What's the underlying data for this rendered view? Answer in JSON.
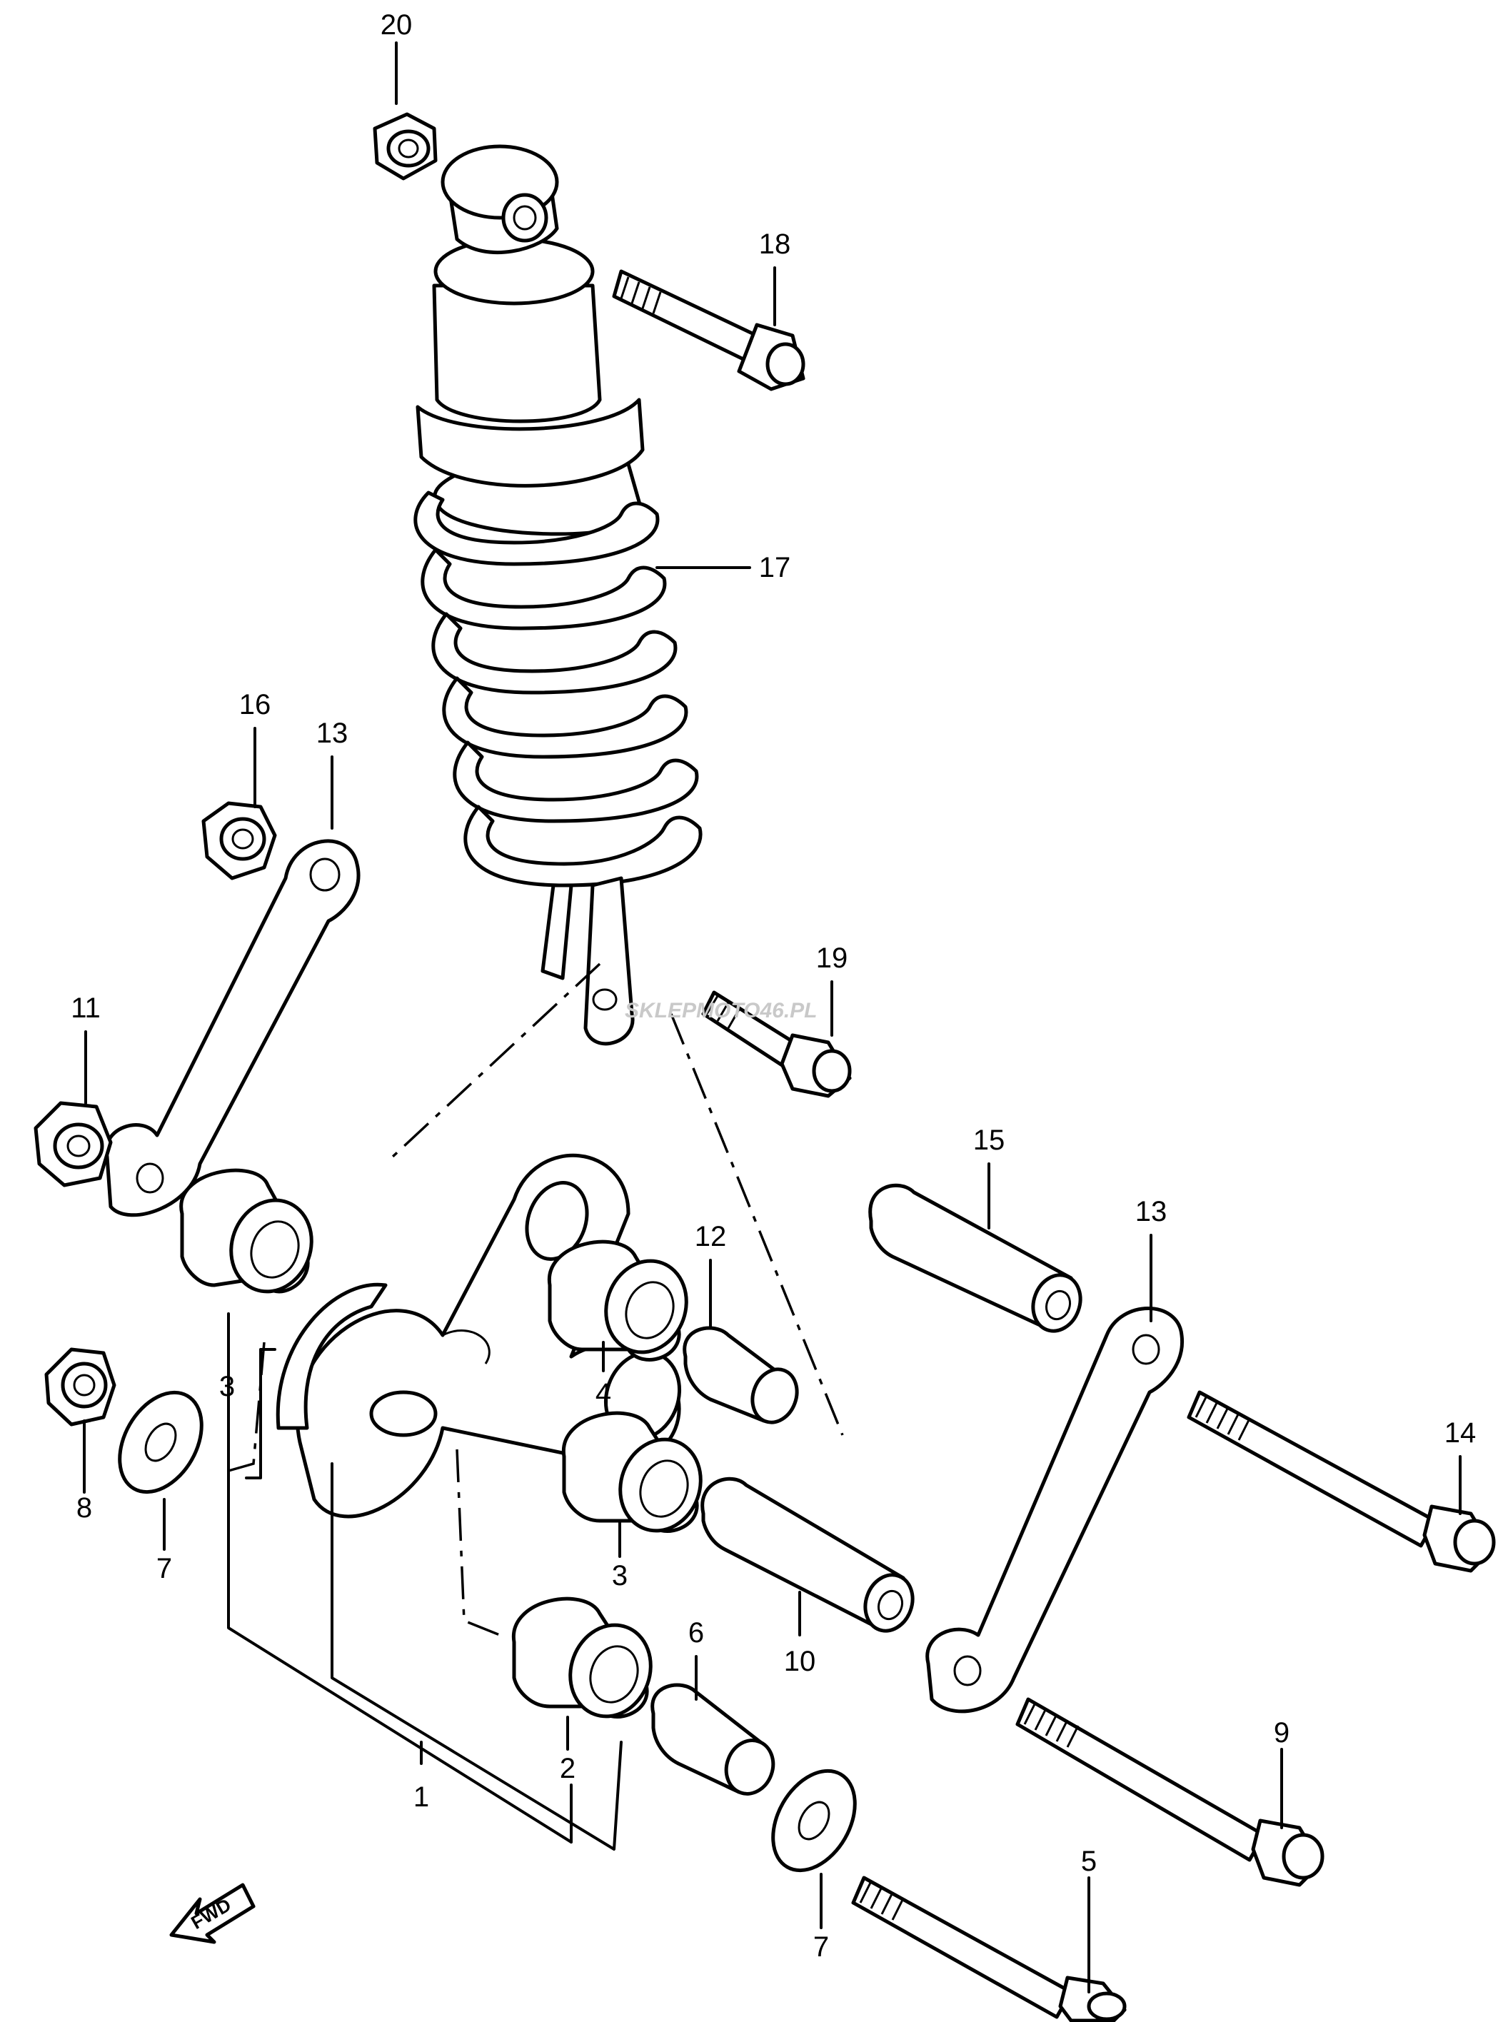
{
  "watermark": "SKLEPMOTO46.PL",
  "fwd_label": "FWD",
  "labels": {
    "p1": "1",
    "p2": "2",
    "p3a": "3",
    "p3b": "3",
    "p4": "4",
    "p5": "5",
    "p6": "6",
    "p7a": "7",
    "p7b": "7",
    "p8": "8",
    "p9": "9",
    "p10": "10",
    "p11": "11",
    "p12": "12",
    "p13a": "13",
    "p13b": "13",
    "p14": "14",
    "p15": "15",
    "p16": "16",
    "p17": "17",
    "p18": "18",
    "p19": "19",
    "p20": "20"
  }
}
